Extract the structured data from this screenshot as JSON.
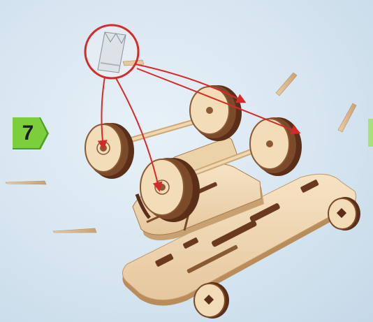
{
  "step": {
    "number": "7",
    "badge_color": "#7ccf3a",
    "badge_color_dark": "#4ea02a"
  },
  "colors": {
    "wood_light": "#f3dcb8",
    "wood_mid": "#e4c29a",
    "wood_edge": "#7a4a2a",
    "wood_dark": "#5a2e18",
    "arrow_red": "#d62a2a",
    "background": "#d6e5f0"
  },
  "illustration": {
    "subject": "wooden-skateboard-cart-assembly",
    "tool_icon": "utility-knife-blade-icon",
    "loose_parts": "wooden-pin-icon",
    "callouts": 4
  }
}
